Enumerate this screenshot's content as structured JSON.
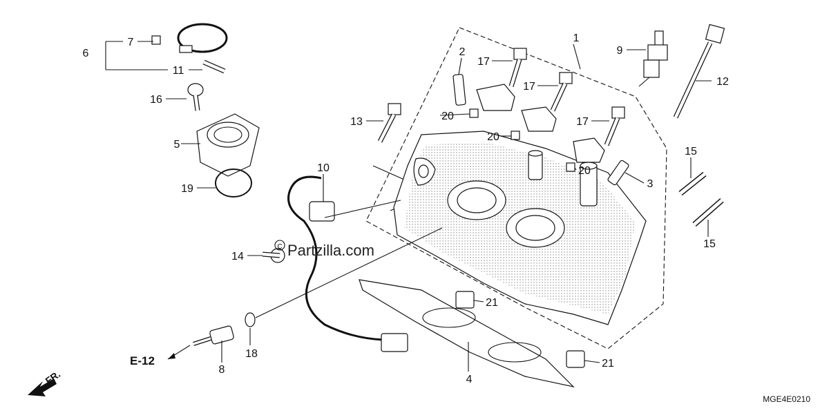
{
  "watermark": "Partzilla.com",
  "diagram_code": "MGE4E0210",
  "reference": "E-12",
  "direction": "FR.",
  "callouts": {
    "c1": "1",
    "c2": "2",
    "c3": "3",
    "c4": "4",
    "c5": "5",
    "c6": "6",
    "c7": "7",
    "c8": "8",
    "c9": "9",
    "c10": "10",
    "c11": "11",
    "c12": "12",
    "c13": "13",
    "c14": "14",
    "c15a": "15",
    "c15b": "15",
    "c16": "16",
    "c17a": "17",
    "c17b": "17",
    "c17c": "17",
    "c18": "18",
    "c19": "19",
    "c20a": "20",
    "c20b": "20",
    "c20c": "20",
    "c21a": "21",
    "c21b": "21"
  }
}
